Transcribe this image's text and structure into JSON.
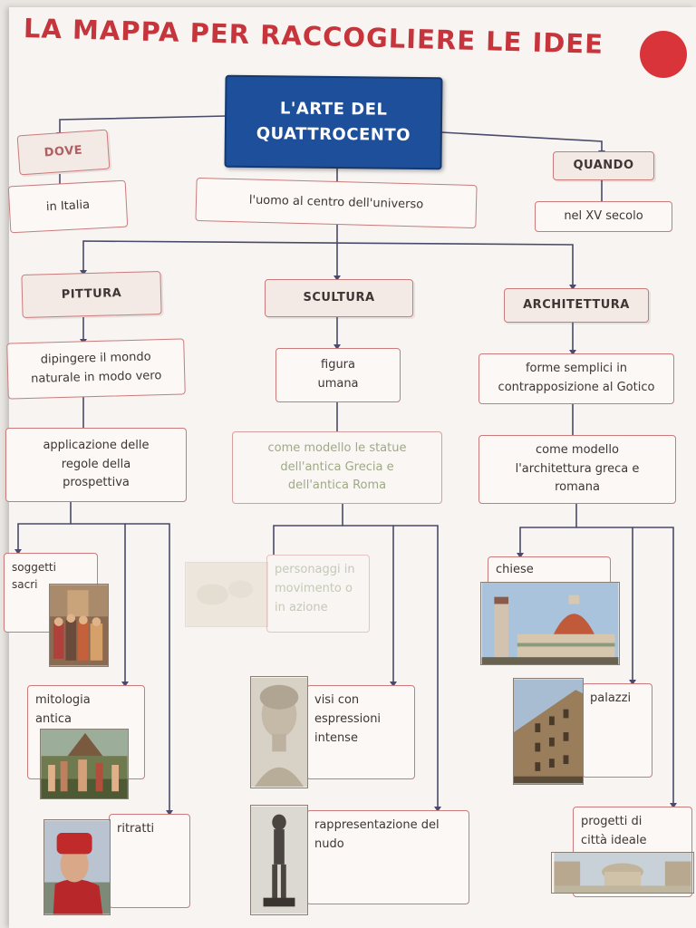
{
  "title": "LA MAPPA PER RACCOGLIERE LE IDEE",
  "main": "L'ARTE DEL QUATTROCENTO",
  "top": {
    "dove_label": "DOVE",
    "dove_value": "in Italia",
    "center_value": "l'uomo al centro dell'universo",
    "quando_label": "QUANDO",
    "quando_value": "nel XV secolo"
  },
  "columns": {
    "pittura": {
      "label": "PITTURA",
      "desc1": "dipingere il mondo naturale in modo vero",
      "desc2": "applicazione delle regole della prospettiva",
      "leaves": [
        "soggetti sacri",
        "mitologia antica",
        "ritratti"
      ]
    },
    "scultura": {
      "label": "SCULTURA",
      "desc1": "figura umana",
      "desc2": "come modello le statue dell'antica Grecia e dell'antica Roma",
      "leaves": [
        "personaggi in movimento o in azione",
        "visi con espressioni intense",
        "rappresentazione del nudo"
      ]
    },
    "architettura": {
      "label": "ARCHITETTURA",
      "desc1": "forme semplici in contrapposizione al Gotico",
      "desc2": "come modello l'architettura greca e romana",
      "leaves": [
        "chiese",
        "palazzi",
        "progetti di città ideale"
      ]
    }
  },
  "colors": {
    "title_red": "#c6343c",
    "main_blue": "#1d4f9a",
    "box_border": "#c97b7b",
    "connector": "#4a4a6a"
  }
}
